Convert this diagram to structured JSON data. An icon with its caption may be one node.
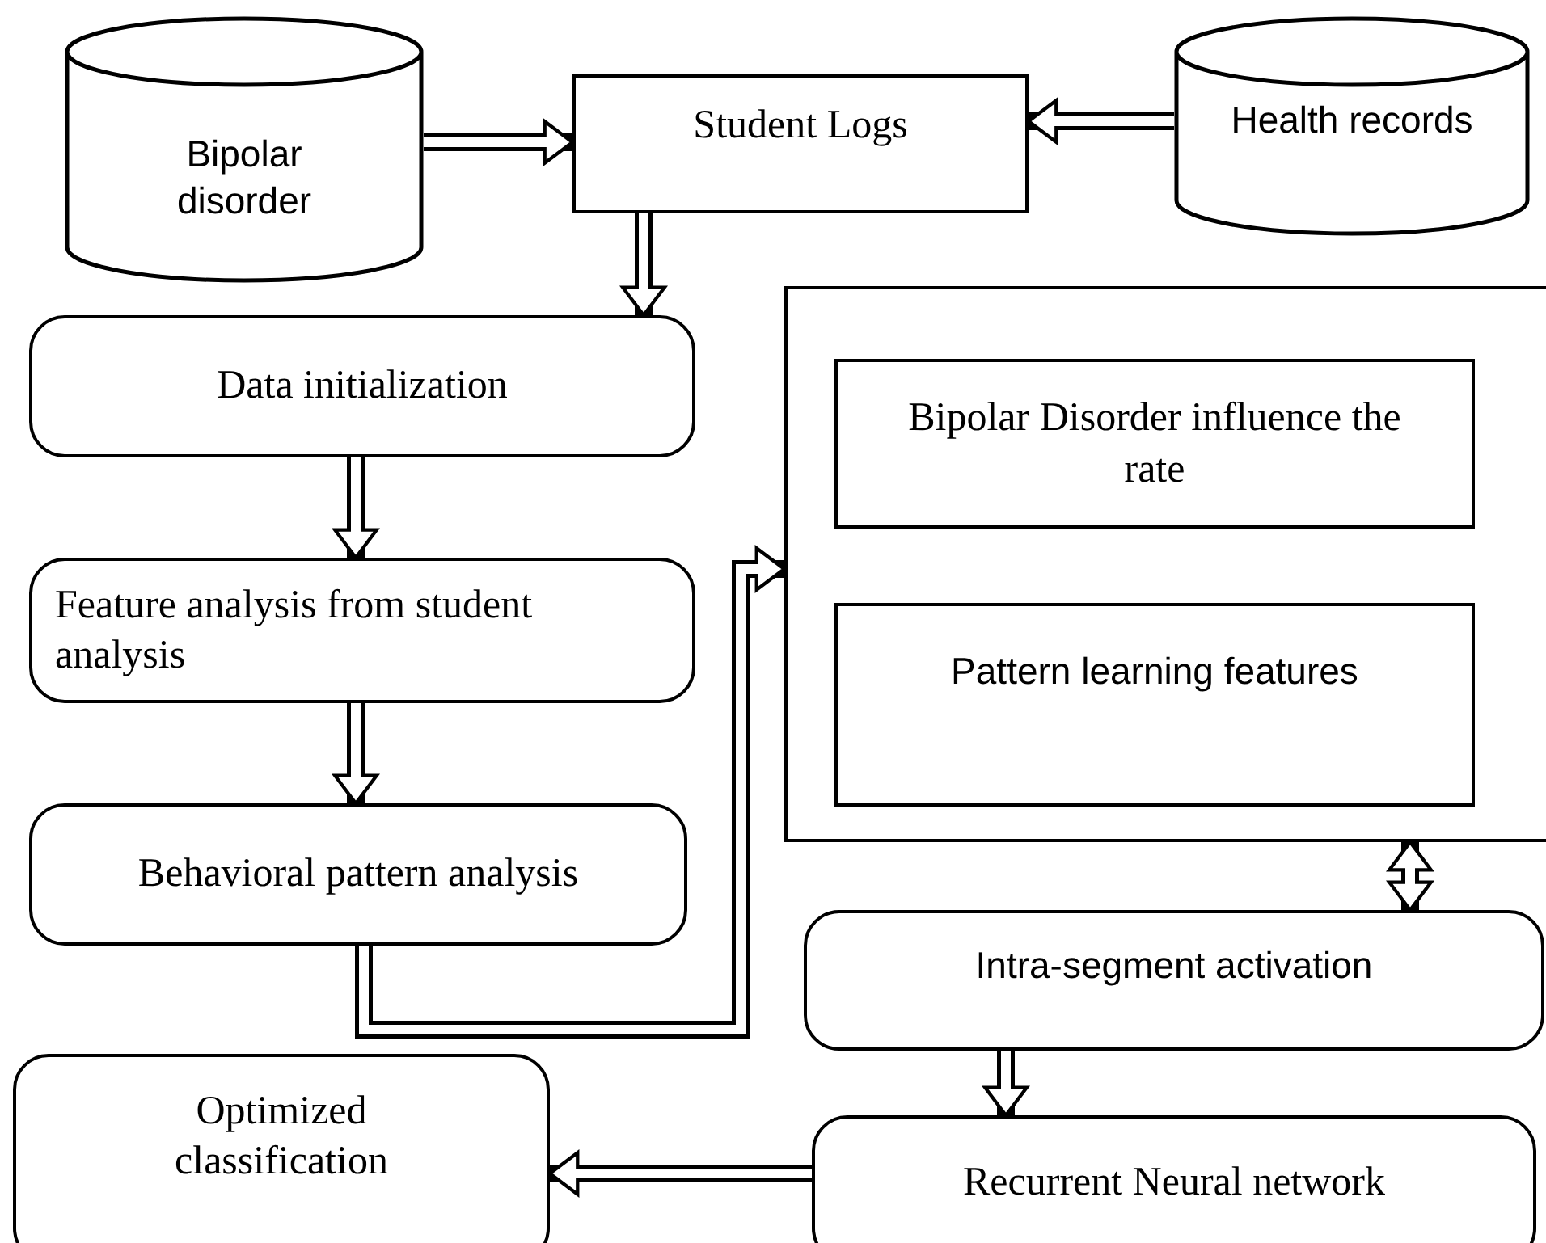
{
  "diagram": {
    "nodes": [
      {
        "text": [
          "Bipolar disorder"
        ]
      },
      {
        "text": [
          "Student Logs"
        ]
      },
      {
        "text": [
          "Health records"
        ]
      },
      {
        "text": [
          "Data initialization"
        ]
      },
      {
        "text": [
          "Feature analysis from student analysis"
        ]
      },
      {
        "text": [
          "Behavioral pattern analysis"
        ]
      },
      {
        "text": [],
        "shape": "box"
      },
      {
        "text": [
          "Bipolar Disorder influence the rate"
        ],
        "in": 6
      },
      {
        "text": [
          "Pattern learning features"
        ],
        "in": 6
      },
      {
        "text": [
          "Intra-segment activation"
        ]
      },
      {
        "text": [
          "Optimized classification"
        ]
      },
      {
        "text": [
          "Recurrent Neural network"
        ]
      }
    ],
    "edges": [
      {
        "from": 0,
        "to": 1,
        "arrow": "to"
      },
      {
        "from": 2,
        "to": 1,
        "arrow": "to"
      },
      {
        "from": 1,
        "to": 3,
        "arrow": "to"
      },
      {
        "from": 3,
        "to": 4,
        "arrow": "to"
      },
      {
        "from": 4,
        "to": 5,
        "arrow": "to"
      },
      {
        "from": 5,
        "to": 6,
        "arrow": "to"
      },
      {
        "from": 6,
        "to": 9,
        "arrow": "both"
      },
      {
        "from": 9,
        "to": 11,
        "arrow": "to"
      },
      {
        "from": 11,
        "to": 10,
        "arrow": "to"
      }
    ]
  }
}
